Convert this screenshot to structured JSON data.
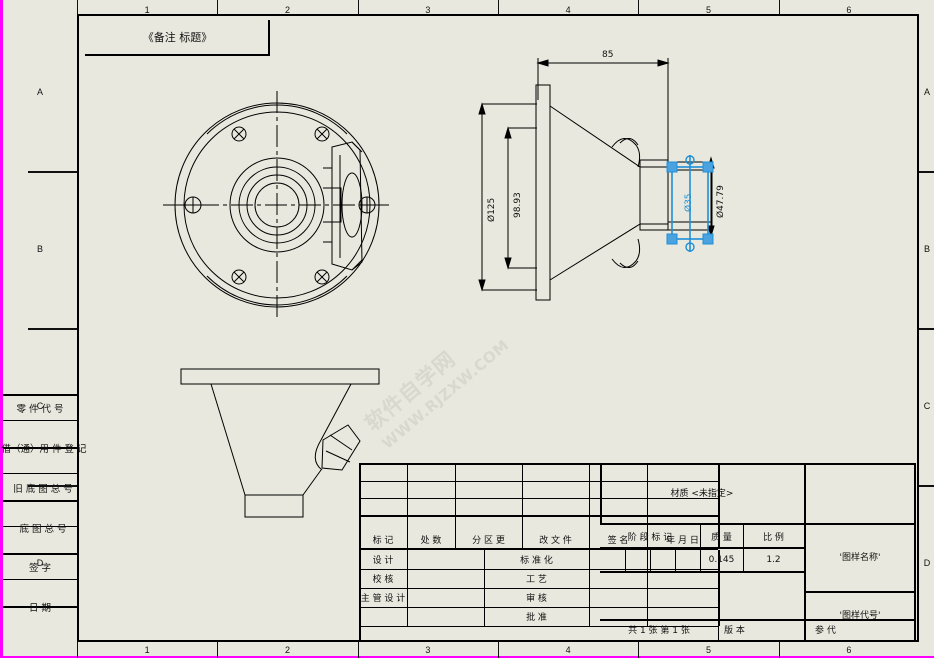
{
  "drawing": {
    "note_label": "《备注 标题》",
    "watermark_cn": "软件自学网",
    "watermark_url": "WWW.RJZXW.COM",
    "zones_top": [
      "1",
      "2",
      "3",
      "4",
      "5",
      "6"
    ],
    "zones_bottom": [
      "1",
      "2",
      "3",
      "4",
      "5",
      "6"
    ],
    "zones_left": [
      "A",
      "B",
      "C",
      "D"
    ],
    "zones_right": [
      "A",
      "B",
      "C",
      "D"
    ]
  },
  "dimensions": {
    "width_85": "85",
    "dia_125": "Ø125",
    "h_9893": "98.93",
    "dia_35": "Ø35",
    "dia_4779": "Ø47.79"
  },
  "left_margin": {
    "rows": [
      "零 件 代 号",
      "借（通）用 件 登 记",
      "旧 底 图 总 号",
      "底 图 总 号",
      "签      字",
      "日      期"
    ]
  },
  "title_block": {
    "rev_headers": [
      "标 记",
      "处 数",
      "分 区 更",
      "改 文 件",
      "签 名",
      "年  月  日"
    ],
    "sign_rows": [
      {
        "left": "设 计",
        "mid": "标 准 化"
      },
      {
        "left": "校 核",
        "mid": "工 艺"
      },
      {
        "left": "主 管 设 计",
        "mid": "审 核"
      },
      {
        "left": "",
        "mid": "批 准"
      }
    ],
    "material": "材质 <未指定>",
    "stage_header": "阶 段 标 记",
    "mass_header": "质 量",
    "scale_header": "比 例",
    "mass_value": "0.145",
    "scale_value": "1.2",
    "sheet_count": "共 1 张  第 1 张",
    "version": "版 本",
    "drawing_name": "'图样名称'",
    "drawing_code": "'图样代号'",
    "substitute": "参 代"
  },
  "colors": {
    "paper": "#e8e8de",
    "ink": "#000000",
    "selected": "#1f8fd6",
    "magenta": "#ff00ff",
    "watermark": "#d8d8ce"
  }
}
